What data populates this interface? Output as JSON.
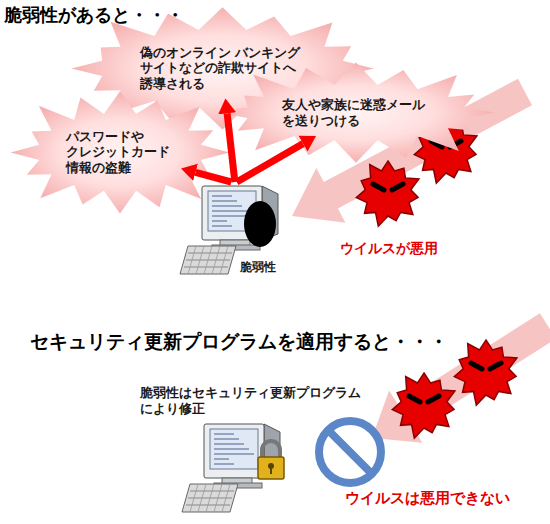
{
  "diagram": {
    "nodes": [
      {
        "text": [
          "偽のオンライン バンキング サイトなどの詐欺サイトへ 誘導される"
        ]
      },
      {
        "text": [
          "友人や家族に迷惑メール を送りつける"
        ]
      },
      {
        "text": [
          "パスワードや クレジットカード 情報の盗難"
        ]
      },
      {
        "text": [
          "脆弱性"
        ]
      }
    ],
    "edges": [
      {
        "from": 3,
        "to": 0,
        "arrow": "to"
      },
      {
        "from": 3,
        "to": 1,
        "arrow": "to"
      },
      {
        "from": 3,
        "to": 2,
        "arrow": "to"
      }
    ],
    "labels": [
      "脆弱性があると・・・",
      "ウイルスが悪用",
      "セキュリティ更新プログラムを適用すると・・・",
      "脆弱性はセキュリティ更新プログラム により修正",
      "ウイルスは悪用できない"
    ]
  }
}
